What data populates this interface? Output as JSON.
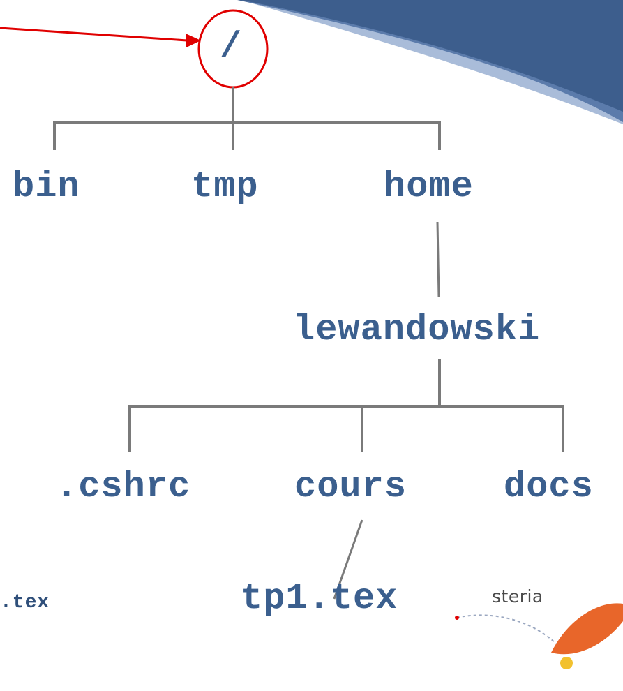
{
  "diagram": {
    "root": {
      "label": "/"
    },
    "level1": [
      {
        "label": "bin"
      },
      {
        "label": "tmp"
      },
      {
        "label": "home"
      }
    ],
    "home_child": {
      "label": "lewandowski"
    },
    "user_children": [
      {
        "label": ".cshrc"
      },
      {
        "label": "cours"
      },
      {
        "label": "docs"
      }
    ],
    "cours_child": {
      "label": "tp1.tex"
    },
    "partial_left_file": {
      "label": ".tex"
    }
  },
  "logo": {
    "text": "steria",
    "icon": "steria-logo"
  },
  "colors": {
    "banner": "#3d5e8d",
    "tree_lines": "#7a7a7a",
    "node_text": "#3b5f8e",
    "highlight_circle": "#e00000",
    "arrow": "#e00000",
    "logo_orange": "#e8662a"
  }
}
